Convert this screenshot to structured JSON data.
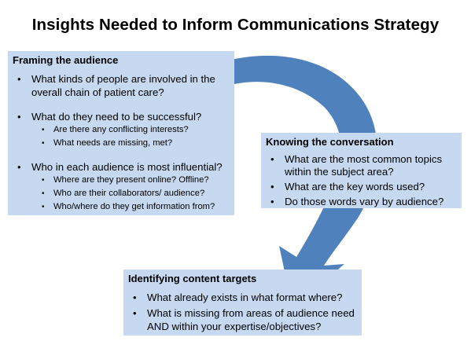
{
  "title": "Insights Needed to Inform Communications Strategy",
  "colors": {
    "box_fill": "#c6d9f1",
    "arrow_fill": "#4f81bd"
  },
  "sections": {
    "framing": {
      "heading": "Framing the audience",
      "items": [
        {
          "text": "What kinds of people are involved in the overall chain of patient care?",
          "sub": []
        },
        {
          "text": "What do they need to be successful?",
          "sub": [
            "Are there any conflicting interests?",
            "What needs are missing, met?"
          ]
        },
        {
          "text": "Who in each audience is most influential?",
          "sub": [
            "Where are they present online? Offline?",
            "Who are their collaborators/ audience?",
            "Who/where do they get information from?"
          ]
        }
      ]
    },
    "conversation": {
      "heading": "Knowing the conversation",
      "items": [
        "What are the most common topics within the subject area?",
        "What are the key words used?",
        "Do those words vary by audience?"
      ]
    },
    "targets": {
      "heading": "Identifying content targets",
      "items": [
        "What already exists in what format where?",
        "What is missing from areas of audience need AND within your expertise/objectives?"
      ]
    }
  }
}
